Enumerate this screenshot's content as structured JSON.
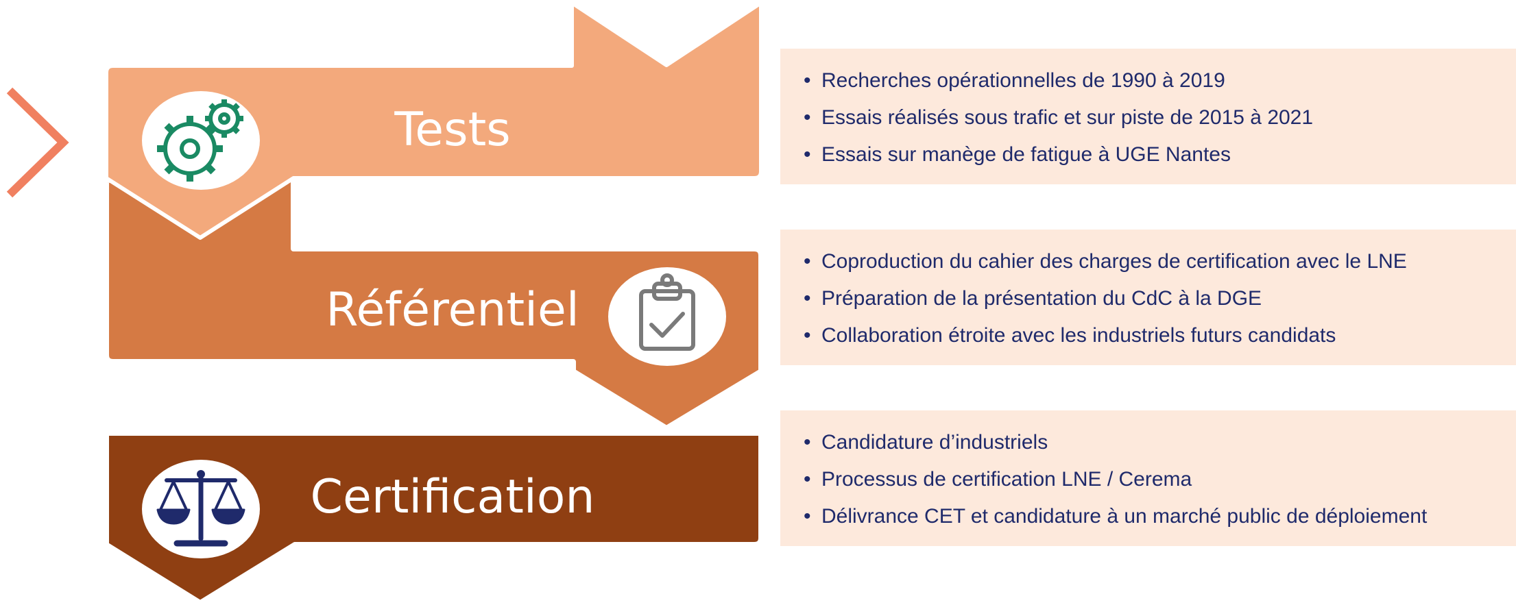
{
  "colors": {
    "tests": "#f3a97c",
    "referentiel": "#d57a44",
    "certification": "#8f3f12",
    "panel_bg": "#fde9dc",
    "text": "#1f2a6b",
    "gear_icon": "#1a8a63",
    "clipboard_icon": "#7a7a7a",
    "scale_icon": "#1f2a6b",
    "chevron": "#f08060"
  },
  "stages": [
    {
      "label": "Tests",
      "icon": "gears-icon"
    },
    {
      "label": "Référentiel",
      "icon": "clipboard-check-icon"
    },
    {
      "label": "Certification",
      "icon": "scales-icon"
    }
  ],
  "panels": [
    {
      "items": [
        "Recherches opérationnelles de 1990 à 2019",
        "Essais réalisés sous trafic et sur piste de 2015 à 2021",
        "Essais sur manège de fatigue à UGE Nantes"
      ]
    },
    {
      "items": [
        "Coproduction du cahier des charges de certification avec le LNE",
        "Préparation de la présentation du CdC à la DGE",
        "Collaboration étroite avec les industriels futurs candidats"
      ]
    },
    {
      "items": [
        "Candidature d’industriels",
        "Processus de certification LNE / Cerema",
        "Délivrance CET et candidature à un marché public de déploiement"
      ]
    }
  ]
}
